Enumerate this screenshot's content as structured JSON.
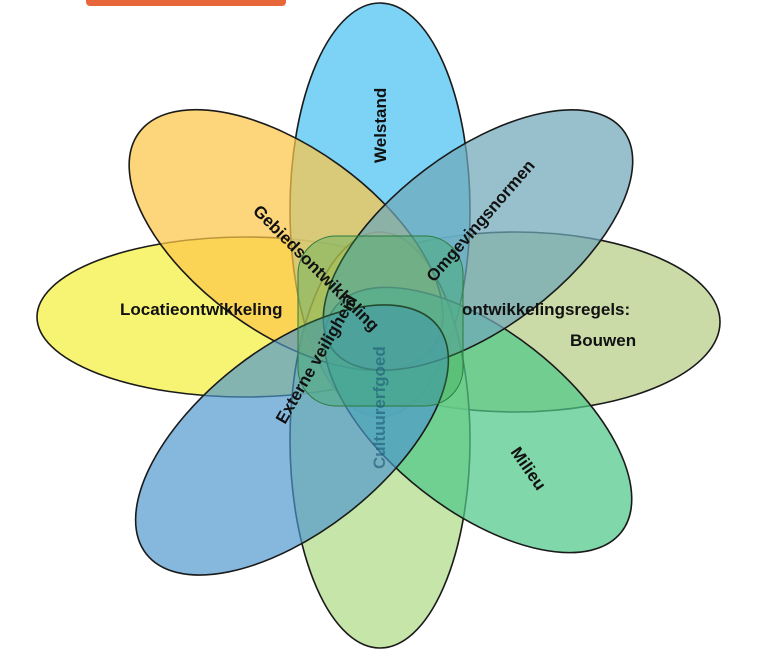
{
  "header": {
    "accent": "#e8673a"
  },
  "diagram": {
    "type": "venn-flower",
    "labels": {
      "welstand": "Welstand",
      "omgevingsnormen": "Omgevingsnormen",
      "locatieontwikkeling": "Locatieontwikkeling",
      "gebiedsontwikkeling": "Gebiedsontwikkeling",
      "externe_veiligheid": "Externe veiligheid",
      "cultuurerfgoed": "Cultuurerfgoed",
      "ontwikkelingsregels": "ontwikkelingsregels:",
      "bouwen": "Bouwen",
      "milieu": "Milieu"
    },
    "colors": {
      "welstand": "#5bc8f2",
      "gebied": "#fcc64a",
      "omgeving": "#6fa8b8",
      "locatie": "#f6f15a",
      "bouwen": "#b9cf8a",
      "extern": "#4d97cd",
      "cultuur": "#b3dc8c",
      "milieu": "#4fc888",
      "center": "#3aa855"
    }
  }
}
